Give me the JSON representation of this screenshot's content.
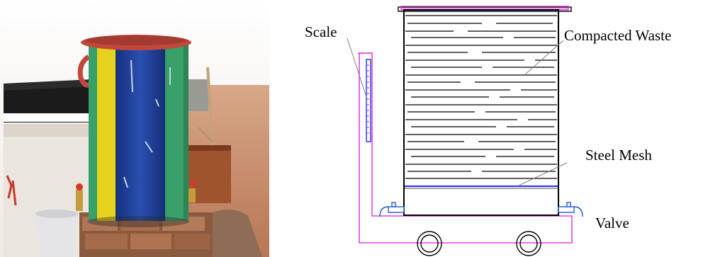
{
  "photo": {
    "icon": "water-tank-photo",
    "colors": {
      "sky": "#f2eeea",
      "ground": "#c48a66",
      "tank_blue": "#1f3f9a",
      "tank_yellow": "#e7d21b",
      "tank_green": "#3aa06a",
      "tank_lid": "#c2473c",
      "wall": "#ece7e2",
      "black_band": "#1b1b1b"
    }
  },
  "diagram": {
    "labels": {
      "scale": "Scale",
      "compacted_waste": "Compacted Waste",
      "steel_mesh": "Steel Mesh",
      "valve": "Valve"
    },
    "colors": {
      "outline": "#000000",
      "pipe": "#e042e0",
      "mesh": "#2a2aff",
      "scale": "#2a2aff",
      "valve": "#1e5bd0"
    }
  }
}
